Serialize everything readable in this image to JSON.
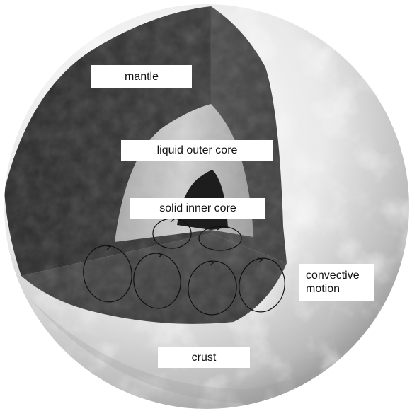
{
  "labels": {
    "mantle": "mantle",
    "outer_core": "liquid outer core",
    "inner_core": "solid inner core",
    "convective_line1": "convective",
    "convective_line2": "motion",
    "crust": "crust"
  },
  "colors": {
    "mantle": "#303030",
    "outer_core": "#bdbdbd",
    "inner_core": "#1f1f1f",
    "crust_light": "#f4f4f4",
    "crust_dark": "#8a8a8a"
  }
}
